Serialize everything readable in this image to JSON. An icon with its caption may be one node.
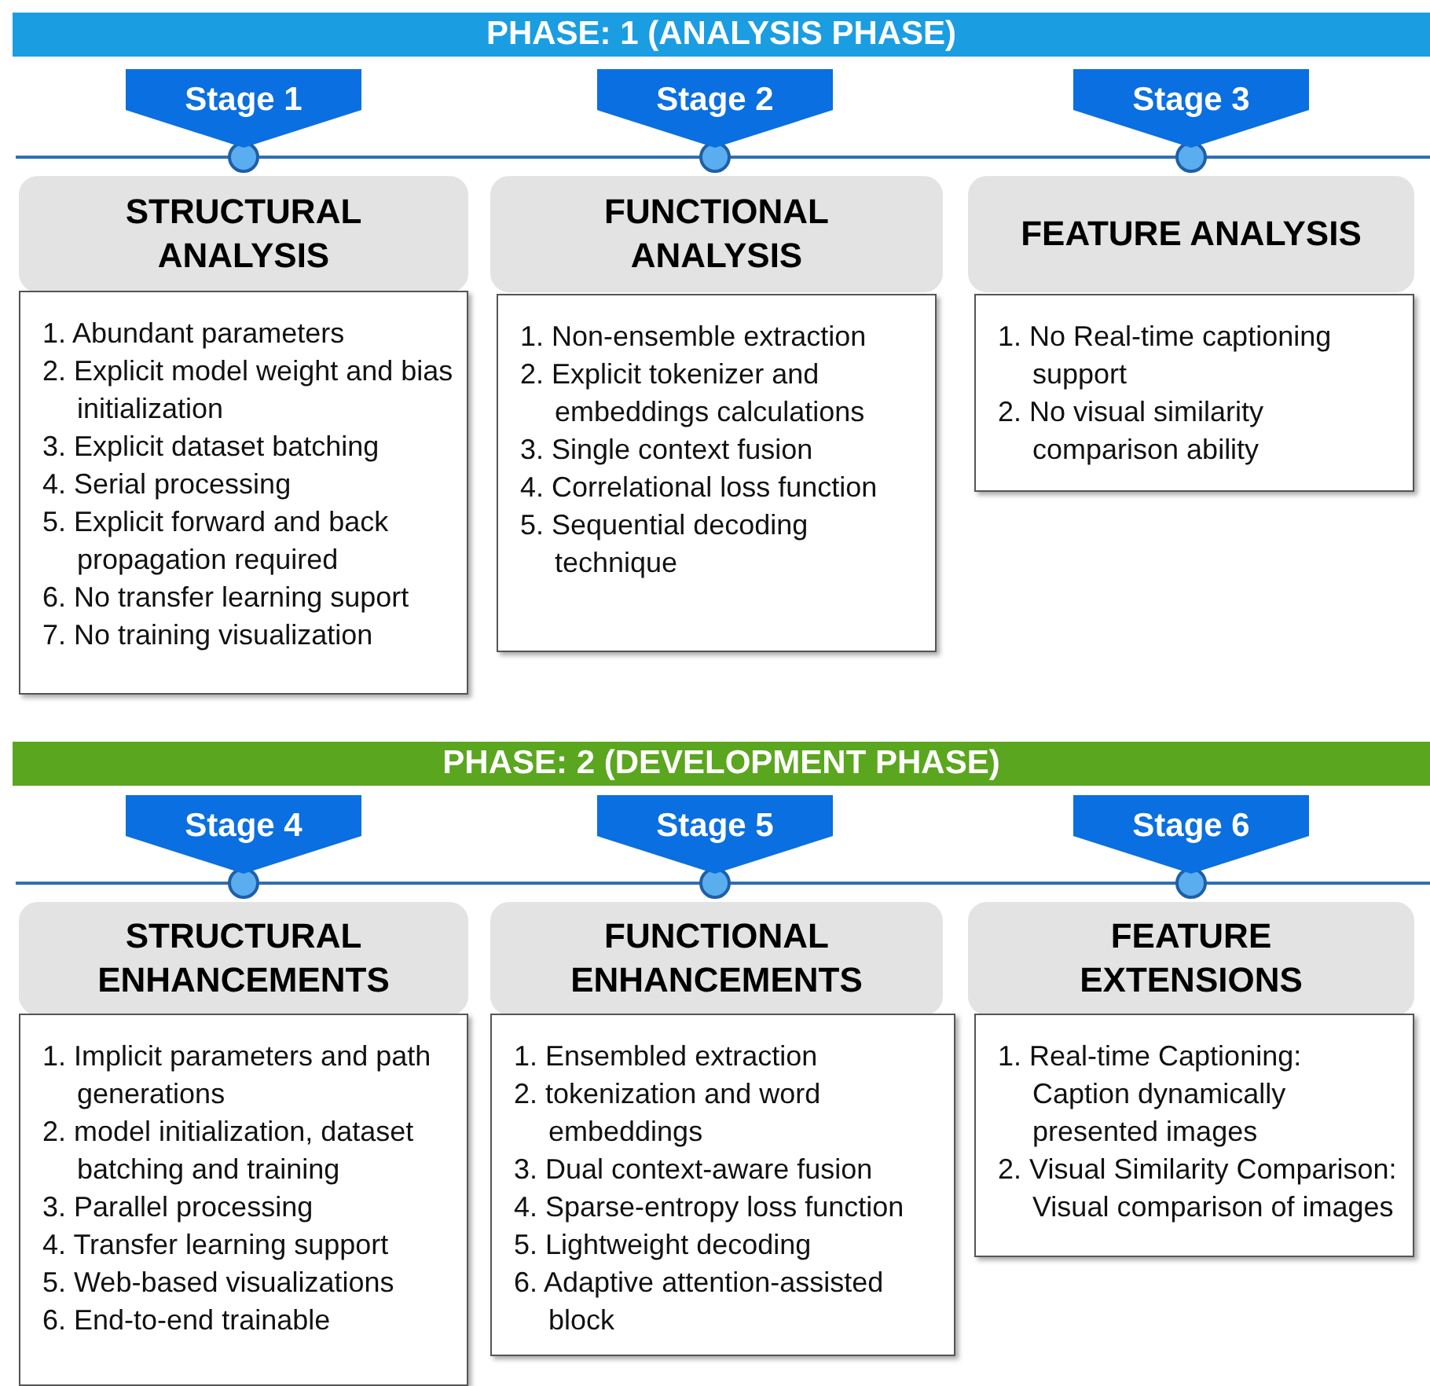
{
  "diagram": {
    "nodes": [
      {
        "text": [
          "PHASE: 1 (ANALYSIS PHASE)"
        ]
      },
      {
        "text": [
          "Stage 1"
        ]
      },
      {
        "text": [
          "Stage 2"
        ]
      },
      {
        "text": [
          "Stage 3"
        ]
      },
      {
        "text": [
          "STRUCTURAL ANALYSIS"
        ]
      },
      {
        "text": [
          "FUNCTIONAL ANALYSIS"
        ]
      },
      {
        "text": [
          "FEATURE ANALYSIS"
        ]
      },
      {
        "text": [
          "1. Abundant parameters",
          "2. Explicit model weight and bias initialization",
          "3. Explicit dataset batching",
          "4. Serial processing",
          "5. Explicit forward and back propagation required",
          "6. No transfer learning suport",
          "7. No training visualization"
        ]
      },
      {
        "text": [
          "1. Non-ensemble extraction",
          "2. Explicit tokenizer and embeddings calculations",
          "3. Single context fusion",
          "4. Correlational loss function",
          "5. Sequential decoding technique"
        ]
      },
      {
        "text": [
          "1. No Real-time captioning support",
          "2. No visual similarity comparison ability"
        ]
      },
      {
        "text": [
          "PHASE: 2 (DEVELOPMENT PHASE)"
        ]
      },
      {
        "text": [
          "Stage 4"
        ]
      },
      {
        "text": [
          "Stage 5"
        ]
      },
      {
        "text": [
          "Stage 6"
        ]
      },
      {
        "text": [
          "STRUCTURAL ENHANCEMENTS"
        ]
      },
      {
        "text": [
          "FUNCTIONAL ENHANCEMENTS"
        ]
      },
      {
        "text": [
          "FEATURE EXTENSIONS"
        ]
      },
      {
        "text": [
          "1. Implicit parameters and path generations",
          "2. model initialization, dataset batching and training",
          "3. Parallel processing",
          "4. Transfer learning support",
          "5. Web-based visualizations",
          "6. End-to-end trainable"
        ]
      },
      {
        "text": [
          "1. Ensembled extraction",
          "2. tokenization and word embeddings",
          "3. Dual context-aware fusion",
          "4. Sparse-entropy loss function",
          "5. Lightweight decoding",
          "6. Adaptive attention-assisted block"
        ]
      },
      {
        "text": [
          "1. Real-time Captioning: Caption dynamically presented images",
          "2. Visual Similarity Comparison: Visual comparison of images"
        ]
      }
    ]
  }
}
